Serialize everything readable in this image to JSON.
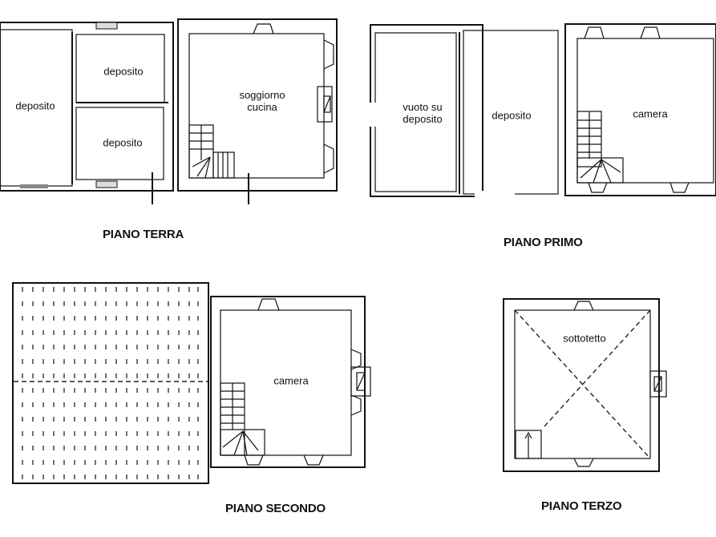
{
  "floors": {
    "ground": {
      "title": "PIANO TERRA",
      "rooms": [
        {
          "label": "deposito"
        },
        {
          "label": "deposito"
        },
        {
          "label": "deposito"
        },
        {
          "label": "soggiorno\ncucina",
          "line1": "soggiorno",
          "line2": "cucina"
        }
      ]
    },
    "first": {
      "title": "PIANO PRIMO",
      "rooms": [
        {
          "label": "vuoto su deposito",
          "line1": "vuoto su",
          "line2": "deposito"
        },
        {
          "label": "deposito"
        },
        {
          "label": "camera"
        }
      ]
    },
    "second": {
      "title": "PIANO SECONDO",
      "rooms": [
        {
          "label": "camera"
        }
      ]
    },
    "third": {
      "title": "PIANO TERZO",
      "rooms": [
        {
          "label": "sottotetto"
        }
      ]
    }
  }
}
